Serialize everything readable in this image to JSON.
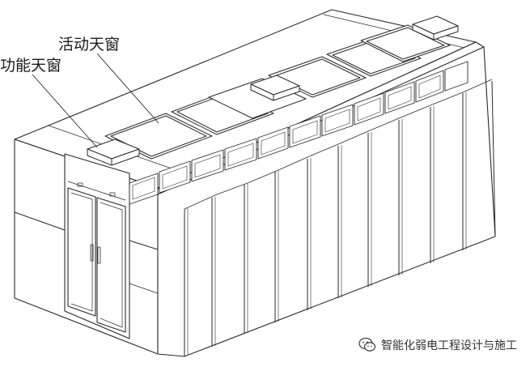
{
  "labels": {
    "function_skylight": "功能天窗",
    "active_skylight": "活动天窗"
  },
  "watermark": {
    "text": "智能化弱电工程设计与施工",
    "icon": "wechat-icon"
  },
  "colors": {
    "line": "#2a2a2a",
    "paper": "#ffffff"
  }
}
